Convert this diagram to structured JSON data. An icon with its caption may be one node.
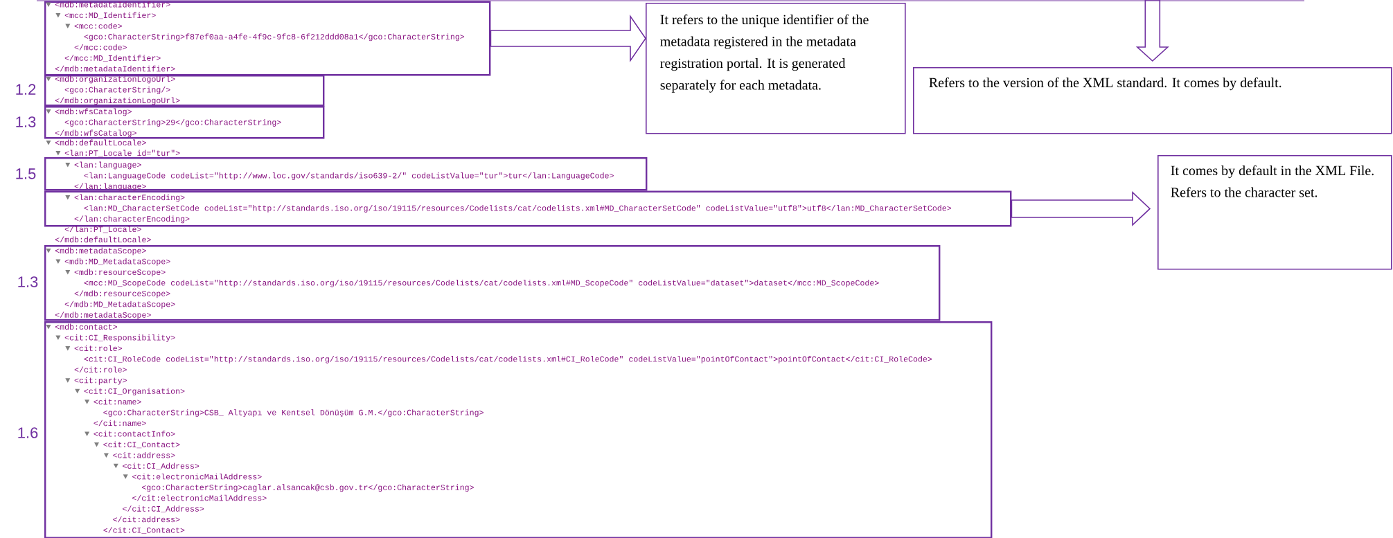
{
  "diagram": {
    "nodes": [
      {
        "text": [
          "<mdb:metadataIdentifier>",
          "<mcc:MD_Identifier>",
          "<mcc:code>",
          "<gco:CharacterString>f87ef0aa-a4fe-4f9c-9fc8-6f212ddd08a1</gco:CharacterString>",
          "</mcc:code>",
          "</mcc:MD_Identifier>",
          "</mdb:metadataIdentifier>"
        ]
      },
      {
        "text": [
          "<mdb:organizationLogoUrl>",
          "<gco:CharacterString/>",
          "</mdb:organizationLogoUrl>"
        ],
        "beside": [
          "1.2"
        ]
      },
      {
        "text": [
          "<mdb:wfsCatalog>",
          "<gco:CharacterString>29</gco:CharacterString>",
          "</mdb:wfsCatalog>"
        ],
        "beside": [
          "1.3"
        ]
      },
      {
        "text": [
          "<lan:language>",
          "<lan:LanguageCode codeList=\"http://www.loc.gov/standards/iso639-2/\" codeListValue=\"tur\">tur</lan:LanguageCode>",
          "</lan:language>"
        ],
        "beside": [
          "1.5"
        ]
      },
      {
        "text": [
          "<lan:characterEncoding>",
          "<lan:MD_CharacterSetCode codeList=\"http://standards.iso.org/iso/19115/resources/Codelists/cat/codelists.xml#MD_CharacterSetCode\" codeListValue=\"utf8\">utf8</lan:MD_CharacterSetCode>",
          "</lan:characterEncoding>"
        ]
      },
      {
        "text": [
          "<mdb:metadataScope>",
          "<mdb:MD_MetadataScope>",
          "<mdb:resourceScope>",
          "<mcc:MD_ScopeCode codeList=\"http://standards.iso.org/iso/19115/resources/Codelists/cat/codelists.xml#MD_ScopeCode\" codeListValue=\"dataset\">dataset</mcc:MD_ScopeCode>",
          "</mdb:resourceScope>",
          "</mdb:MD_MetadataScope>",
          "</mdb:metadataScope>"
        ],
        "beside": [
          "1.3"
        ]
      },
      {
        "text": [
          "<mdb:contact>",
          "<cit:CI_Responsibility>",
          "<cit:role>",
          "<cit:CI_RoleCode codeList=\"http://standards.iso.org/iso/19115/resources/Codelists/cat/codelists.xml#CI_RoleCode\" codeListValue=\"pointOfContact\">pointOfContact</cit:CI_RoleCode>",
          "</cit:role>",
          "<cit:party>",
          "<cit:CI_Organisation>",
          "<cit:name>",
          "<gco:CharacterString>CSB_ Altyapı ve Kentsel Dönüşüm G.M.</gco:CharacterString>",
          "</cit:name>",
          "<cit:contactInfo>",
          "<cit:CI_Contact>",
          "<cit:address>",
          "<cit:CI_Address>",
          "<cit:electronicMailAddress>",
          "<gco:CharacterString>caglar.alsancak@csb.gov.tr</gco:CharacterString>",
          "</cit:electronicMailAddress>",
          "</cit:CI_Address>",
          "</cit:address>",
          "</cit:CI_Contact>"
        ],
        "beside": [
          "1.6"
        ]
      },
      {
        "text": [
          "It refers to the unique identifier of the metadata registered in the metadata registration portal. It is generated separately for each metadata."
        ]
      },
      {
        "text": [
          "Refers to the version of the XML standard. It comes by default."
        ]
      },
      {
        "text": [
          "It comes by default in the XML File. Refers to the character set."
        ]
      }
    ],
    "edges": [
      {
        "from": 0,
        "to": 7,
        "arrow": "to"
      },
      {
        "from": null,
        "to": 8,
        "arrow": "to"
      },
      {
        "from": 4,
        "to": 9,
        "arrow": "to"
      }
    ],
    "labels": [
      "<mdb:defaultLocale>",
      "<lan:PT_Locale id=\"tur\">",
      "</lan:PT_Locale>",
      "</mdb:defaultLocale>"
    ]
  }
}
